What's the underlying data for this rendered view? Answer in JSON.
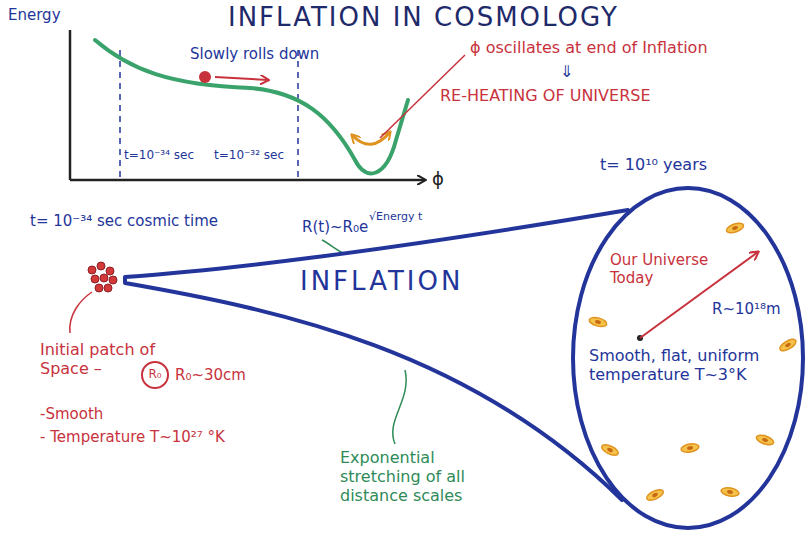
{
  "diagram": {
    "title": "INFLATION IN COSMOLOGY",
    "nodes": [
      {
        "text": [
          "INFLATION"
        ]
      },
      {
        "text": [
          "Our Universe Today",
          "R~10¹⁸m",
          "Smooth, flat, uniform temperature T~3°K"
        ]
      },
      {
        "text": [
          "R₀"
        ]
      }
    ],
    "labels": [
      "Energy",
      "Slowly rolls down",
      "t=10⁻³⁴ sec",
      "t=10⁻³² sec",
      "ϕ oscillates at end of Inflation",
      "⇓",
      "RE-HEATING OF UNIVERSE",
      "ϕ",
      "t= 10¹⁰ years",
      "t= 10⁻³⁴ sec cosmic time",
      "R(t)~R₀e",
      "√Energy t",
      "Initial patch of Space –",
      "R₀~30cm",
      "-Smooth",
      "- Temperature T~10²⁷ °K",
      "Exponential stretching of all distance scales"
    ]
  }
}
